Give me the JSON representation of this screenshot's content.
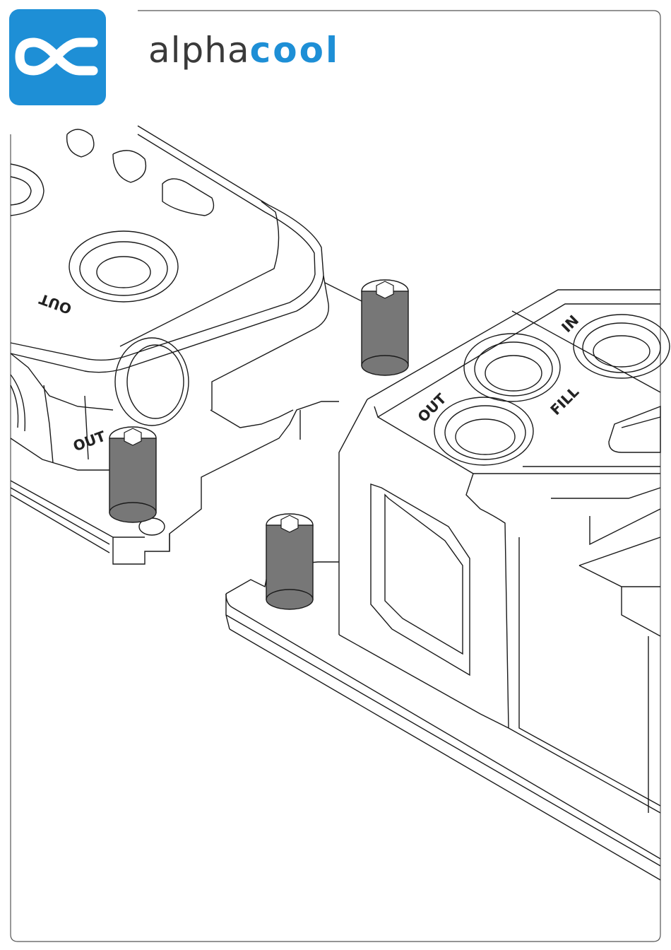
{
  "brand": {
    "name_part1": "alpha",
    "name_part2": "cool",
    "accent_color": "#1e8fd6",
    "logo_icon": "alphacool-logo-icon"
  },
  "illustration": {
    "left_block_labels": [
      "OUT",
      "OUT"
    ],
    "right_block_labels": [
      "IN",
      "OUT",
      "FILL"
    ]
  }
}
